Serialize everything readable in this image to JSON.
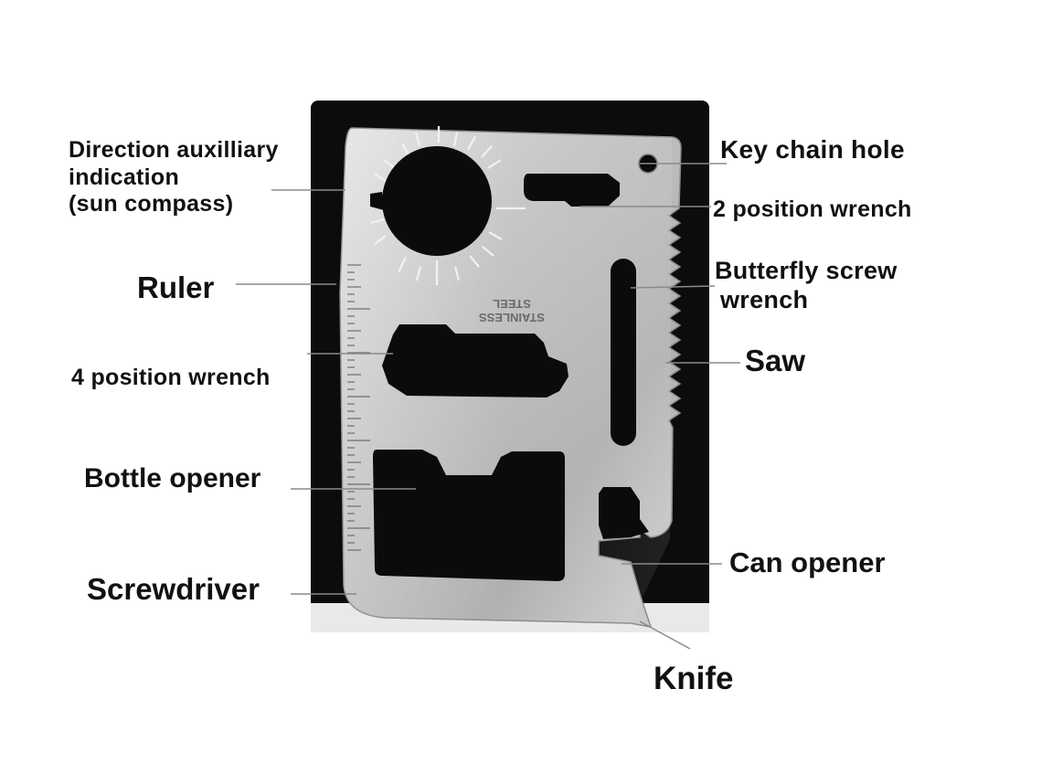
{
  "labels": {
    "direction": {
      "lines": [
        "Direction auxilliary",
        "indication",
        "(sun compass)"
      ]
    },
    "ruler": "Ruler",
    "four_position_wrench": "4 position wrench",
    "bottle_opener": "Bottle opener",
    "screwdriver": "Screwdriver",
    "key_chain_hole": "Key chain hole",
    "two_position_wrench": "2 position wrench",
    "butterfly": {
      "lines": [
        "Butterfly screw",
        "wrench"
      ]
    },
    "saw": "Saw",
    "can_opener": "Can opener",
    "knife": "Knife"
  },
  "stamp": {
    "lines": [
      "STAINLESS",
      "STEEL"
    ]
  },
  "colors": {
    "background": "#ffffff",
    "photo_backdrop": "#0c0c0c",
    "steel": "#b9b9b9",
    "label_text": "#111111",
    "leader_line": "#8a8a8a"
  }
}
